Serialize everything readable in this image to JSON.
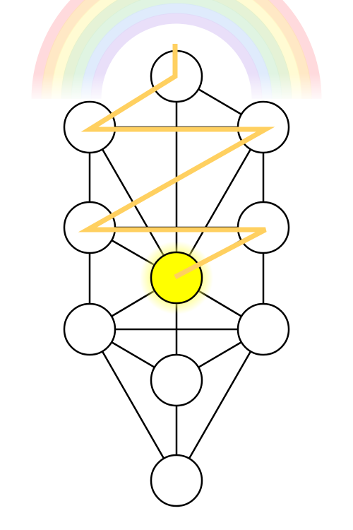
{
  "colors": {
    "background": "#ffffff",
    "node_fill": "#ffffff",
    "node_stroke": "#000000",
    "path_stroke": "#000000",
    "highlight_node_fill": "#ffff00",
    "highlight_glow": "#ffff66",
    "lightning": "#ffd060",
    "rainbow": [
      "#ffcdd2",
      "#ffe0b2",
      "#fff9c4",
      "#dcedc8",
      "#d6f0d8",
      "#d4e4fb",
      "#e1d4f7"
    ]
  },
  "diagram": {
    "nodes": [
      {
        "id": "n1",
        "highlight": false
      },
      {
        "id": "n2",
        "highlight": false
      },
      {
        "id": "n3",
        "highlight": false
      },
      {
        "id": "n4",
        "highlight": false
      },
      {
        "id": "n5",
        "highlight": false
      },
      {
        "id": "n6",
        "highlight": true
      },
      {
        "id": "n7",
        "highlight": false
      },
      {
        "id": "n8",
        "highlight": false
      },
      {
        "id": "n9",
        "highlight": false
      },
      {
        "id": "n10",
        "highlight": false
      }
    ],
    "paths": [
      [
        "n1",
        "n2"
      ],
      [
        "n1",
        "n3"
      ],
      [
        "n1",
        "n6"
      ],
      [
        "n2",
        "n3"
      ],
      [
        "n2",
        "n4"
      ],
      [
        "n2",
        "n6"
      ],
      [
        "n3",
        "n5"
      ],
      [
        "n3",
        "n6"
      ],
      [
        "n4",
        "n5"
      ],
      [
        "n4",
        "n6"
      ],
      [
        "n4",
        "n7"
      ],
      [
        "n5",
        "n6"
      ],
      [
        "n5",
        "n8"
      ],
      [
        "n6",
        "n7"
      ],
      [
        "n6",
        "n8"
      ],
      [
        "n6",
        "n9"
      ],
      [
        "n7",
        "n8"
      ],
      [
        "n7",
        "n9"
      ],
      [
        "n7",
        "n10"
      ],
      [
        "n8",
        "n9"
      ],
      [
        "n8",
        "n10"
      ],
      [
        "n9",
        "n10"
      ]
    ],
    "lightning_sequence": [
      "n1",
      "n2",
      "n3",
      "n4",
      "n5",
      "n6"
    ]
  }
}
